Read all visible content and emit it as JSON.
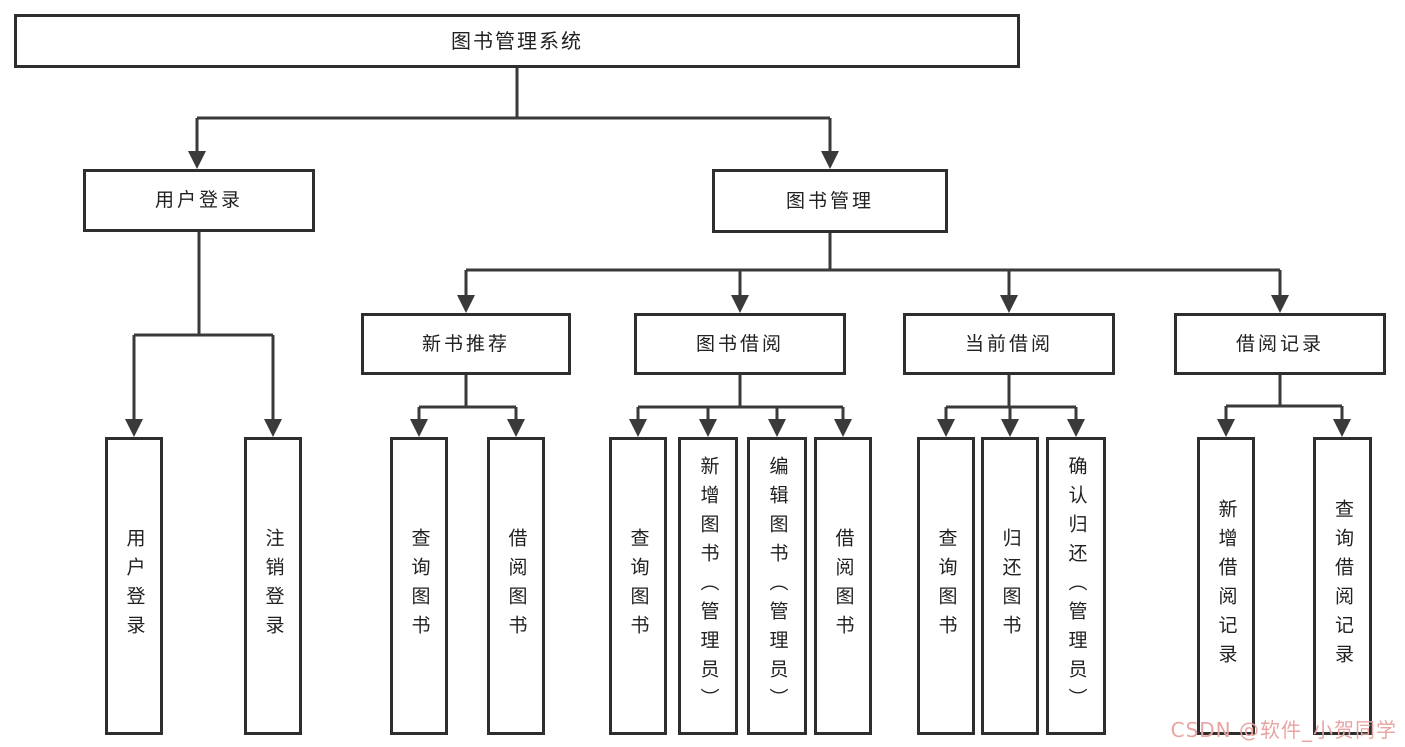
{
  "diagram": {
    "root_label": "图书管理系统",
    "login_branch": {
      "label": "用户登录",
      "leaves": [
        "用户登录",
        "注销登录"
      ]
    },
    "mgmt_branch": {
      "label": "图书管理",
      "groups": [
        {
          "label": "新书推荐",
          "leaves": [
            "查询图书",
            "借阅图书"
          ]
        },
        {
          "label": "图书借阅",
          "leaves": [
            "查询图书",
            "新增图书（管理员）",
            "编辑图书（管理员）",
            "借阅图书"
          ]
        },
        {
          "label": "当前借阅",
          "leaves": [
            "查询图书",
            "归还图书",
            "确认归还（管理员）"
          ]
        },
        {
          "label": "借阅记录",
          "leaves": [
            "新增借阅记录",
            "查询借阅记录"
          ]
        }
      ]
    },
    "watermark": "CSDN @软件_小贺同学"
  },
  "colors": {
    "line": "#3a3a3a",
    "box_border": "#2e2e2e",
    "text": "#212121",
    "watermark": "#e9a4a4",
    "background": "#ffffff"
  }
}
